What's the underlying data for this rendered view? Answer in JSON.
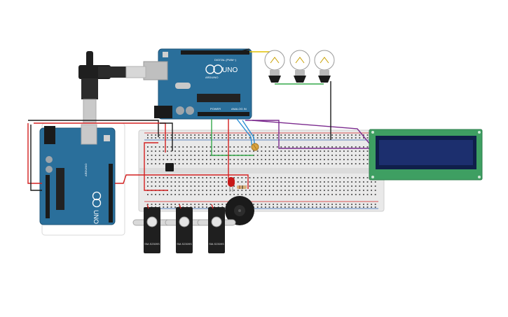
{
  "boards": {
    "top_uno": {
      "logo": "UNO",
      "header_label": "DIGITAL (PWM~)",
      "power_label": "POWER",
      "analog_label": "ANALOG IN",
      "brand": "ARDUINO"
    },
    "left_uno": {
      "logo": "UNO",
      "brand": "ARDUINO"
    }
  },
  "servos": [
    {
      "label": "SM-S2309S"
    },
    {
      "label": "SM-S2309S"
    },
    {
      "label": "SM-S2309S"
    }
  ],
  "lcd": {
    "text": ""
  },
  "colors": {
    "arduino_blue": "#2a6f9b",
    "breadboard": "#e9e9e9",
    "lcd_board": "#3e9f62",
    "lcd_screen": "#1c2f6e",
    "wire_red": "#d32020",
    "wire_black": "#1a1a1a",
    "wire_green": "#35a84a",
    "wire_purple": "#7b2a8e",
    "wire_yellow": "#e0c000",
    "wire_blue": "#2b8fd6"
  }
}
